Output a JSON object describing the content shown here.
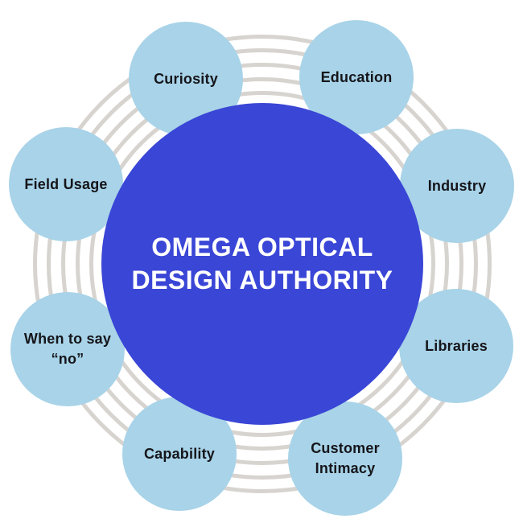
{
  "colors": {
    "background": "#ffffff",
    "center_fill": "#3a46d6",
    "center_text": "#ffffff",
    "node_fill": "#a8d3e8",
    "node_text": "#15151a",
    "ring_stroke": "#d7d4d0"
  },
  "diagram": {
    "title_lines": [
      "OMEGA OPTICAL",
      "DESIGN AUTHORITY"
    ],
    "nodes": [
      {
        "id": "curiosity",
        "label": "Curiosity",
        "lines": [
          "Curiosity"
        ]
      },
      {
        "id": "education",
        "label": "Education",
        "lines": [
          "Education"
        ]
      },
      {
        "id": "industry",
        "label": "Industry",
        "lines": [
          "Industry"
        ]
      },
      {
        "id": "libraries",
        "label": "Libraries",
        "lines": [
          "Libraries"
        ]
      },
      {
        "id": "customer-intimacy",
        "label": "Customer Intimacy",
        "lines": [
          "Customer",
          "Intimacy"
        ]
      },
      {
        "id": "capability",
        "label": "Capability",
        "lines": [
          "Capability"
        ]
      },
      {
        "id": "when-to-say-no",
        "label": "When to say “no”",
        "lines": [
          "When to say",
          "“no”"
        ]
      },
      {
        "id": "field-usage",
        "label": "Field Usage",
        "lines": [
          "Field Usage"
        ]
      }
    ]
  }
}
